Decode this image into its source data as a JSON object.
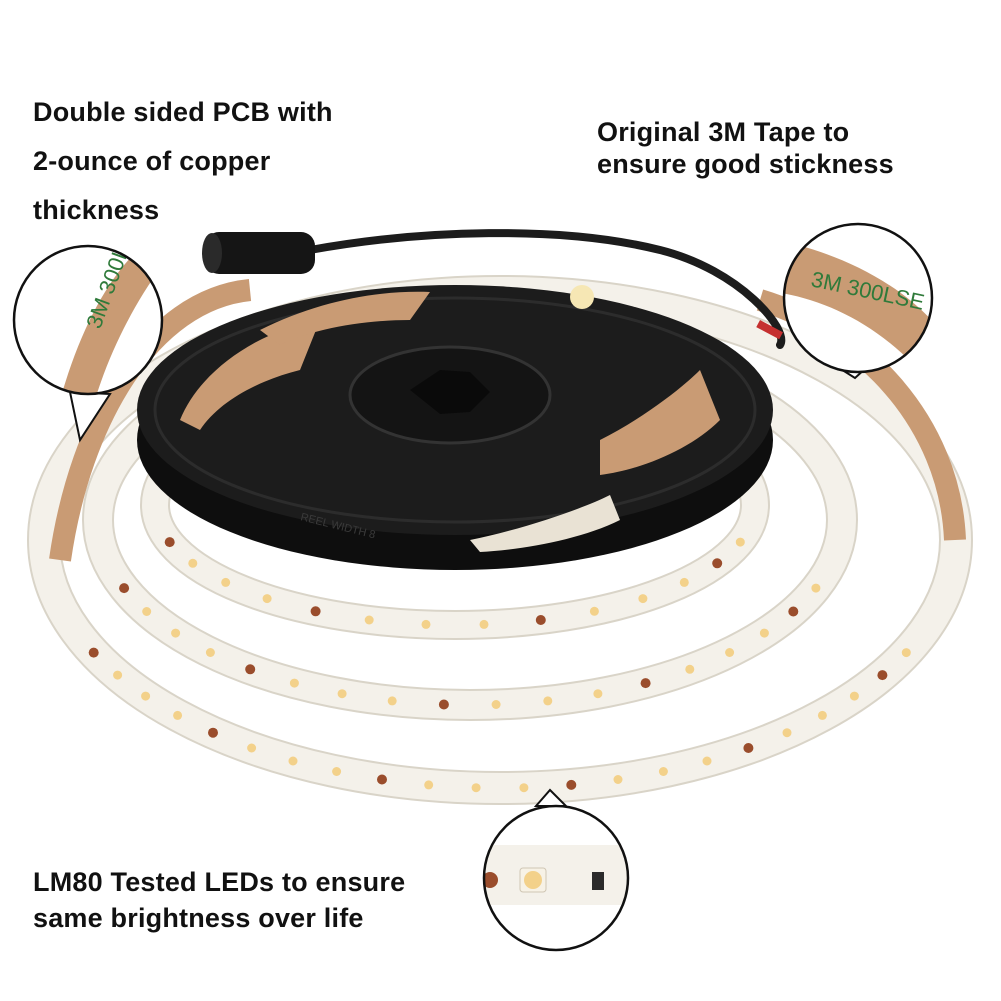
{
  "callouts": {
    "pcb": {
      "lines": [
        "Double sided PCB with",
        "2-ounce of copper",
        "thickness"
      ]
    },
    "tape": {
      "lines": [
        "Original 3M Tape to",
        "ensure good stickness"
      ]
    },
    "led": {
      "lines": [
        "LM80 Tested LEDs to ensure",
        "same brightness over life"
      ]
    }
  },
  "reel_print": "REEL WIDTH 8",
  "tape_print": "3M 300LSE",
  "colors": {
    "strip": "#f4f1ea",
    "backing": "#c99b74",
    "reel": "#1a1a1a",
    "copper": "#9a4d2c",
    "led": "#f3d18a"
  }
}
